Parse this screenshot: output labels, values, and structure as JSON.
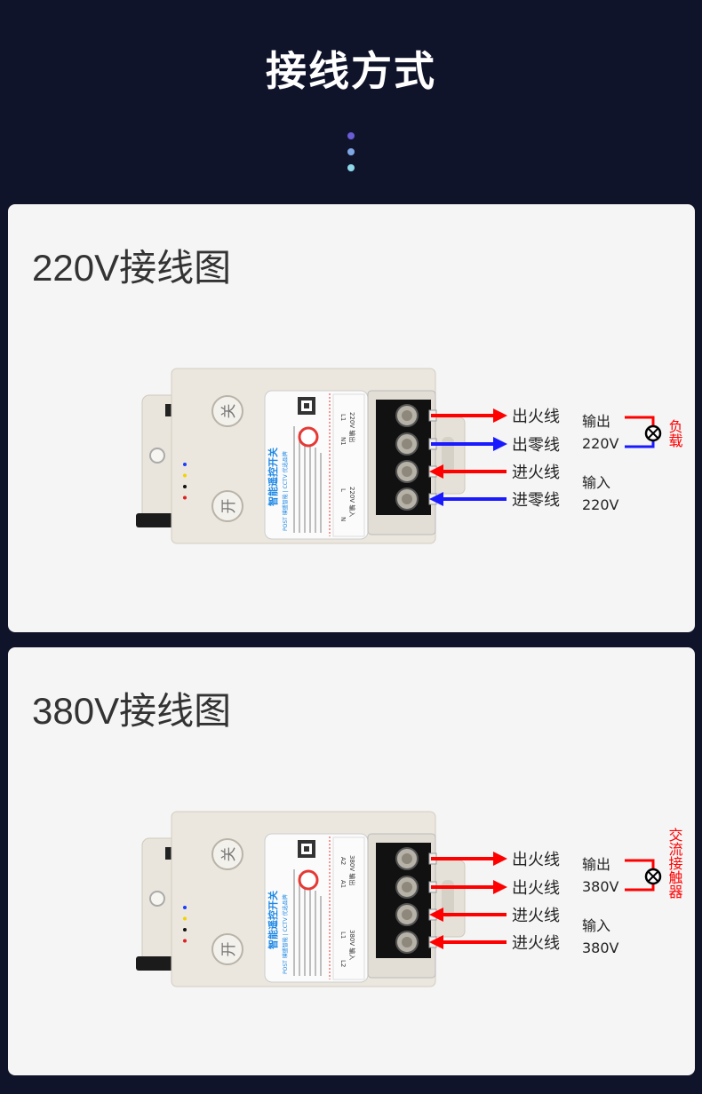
{
  "header": {
    "title": "接线方式",
    "dot_colors": [
      "#6a5cd6",
      "#7fa7e6",
      "#8fd8e8"
    ]
  },
  "diagrams": [
    {
      "title": "220V接线图",
      "device": {
        "brand": "智能遥控开关",
        "subtitle": "POST 璞盛智能 | CCTV 优选品牌",
        "button_off": "关",
        "button_on": "开",
        "out_terminals": [
          "L1",
          "N1"
        ],
        "out_text": "220V 输出",
        "in_terminals": [
          "N",
          "L"
        ],
        "in_text": "220V 输入",
        "led_colors": [
          "#1a3cff",
          "#f2d200",
          "#111111",
          "#e02020"
        ]
      },
      "wires": [
        {
          "label": "出火线",
          "color": "#ff0000",
          "direction": "out"
        },
        {
          "label": "出零线",
          "color": "#1a1aff",
          "direction": "out"
        },
        {
          "label": "进火线",
          "color": "#ff0000",
          "direction": "in"
        },
        {
          "label": "进零线",
          "color": "#1a1aff",
          "direction": "in"
        }
      ],
      "output_label": "输出",
      "output_voltage": "220V",
      "input_label": "输入",
      "input_voltage": "220V",
      "load_label": "负载",
      "load_line_colors": [
        "#ff0000",
        "#1a1aff"
      ]
    },
    {
      "title": "380V接线图",
      "device": {
        "brand": "智能遥控开关",
        "subtitle": "POST 璞盛智能 | CCTV 优选品牌",
        "button_off": "关",
        "button_on": "开",
        "out_terminals": [
          "A2",
          "A1"
        ],
        "out_text": "380V 输出",
        "in_terminals": [
          "L2",
          "L1"
        ],
        "in_text": "380V 输入",
        "led_colors": [
          "#1a3cff",
          "#f2d200",
          "#111111",
          "#e02020"
        ]
      },
      "wires": [
        {
          "label": "出火线",
          "color": "#ff0000",
          "direction": "out"
        },
        {
          "label": "出火线",
          "color": "#ff0000",
          "direction": "out"
        },
        {
          "label": "进火线",
          "color": "#ff0000",
          "direction": "in"
        },
        {
          "label": "进火线",
          "color": "#ff0000",
          "direction": "in"
        }
      ],
      "output_label": "输出",
      "output_voltage": "380V",
      "input_label": "输入",
      "input_voltage": "380V",
      "load_label": "交流接触器",
      "load_line_colors": [
        "#ff0000",
        "#ff0000"
      ]
    }
  ]
}
